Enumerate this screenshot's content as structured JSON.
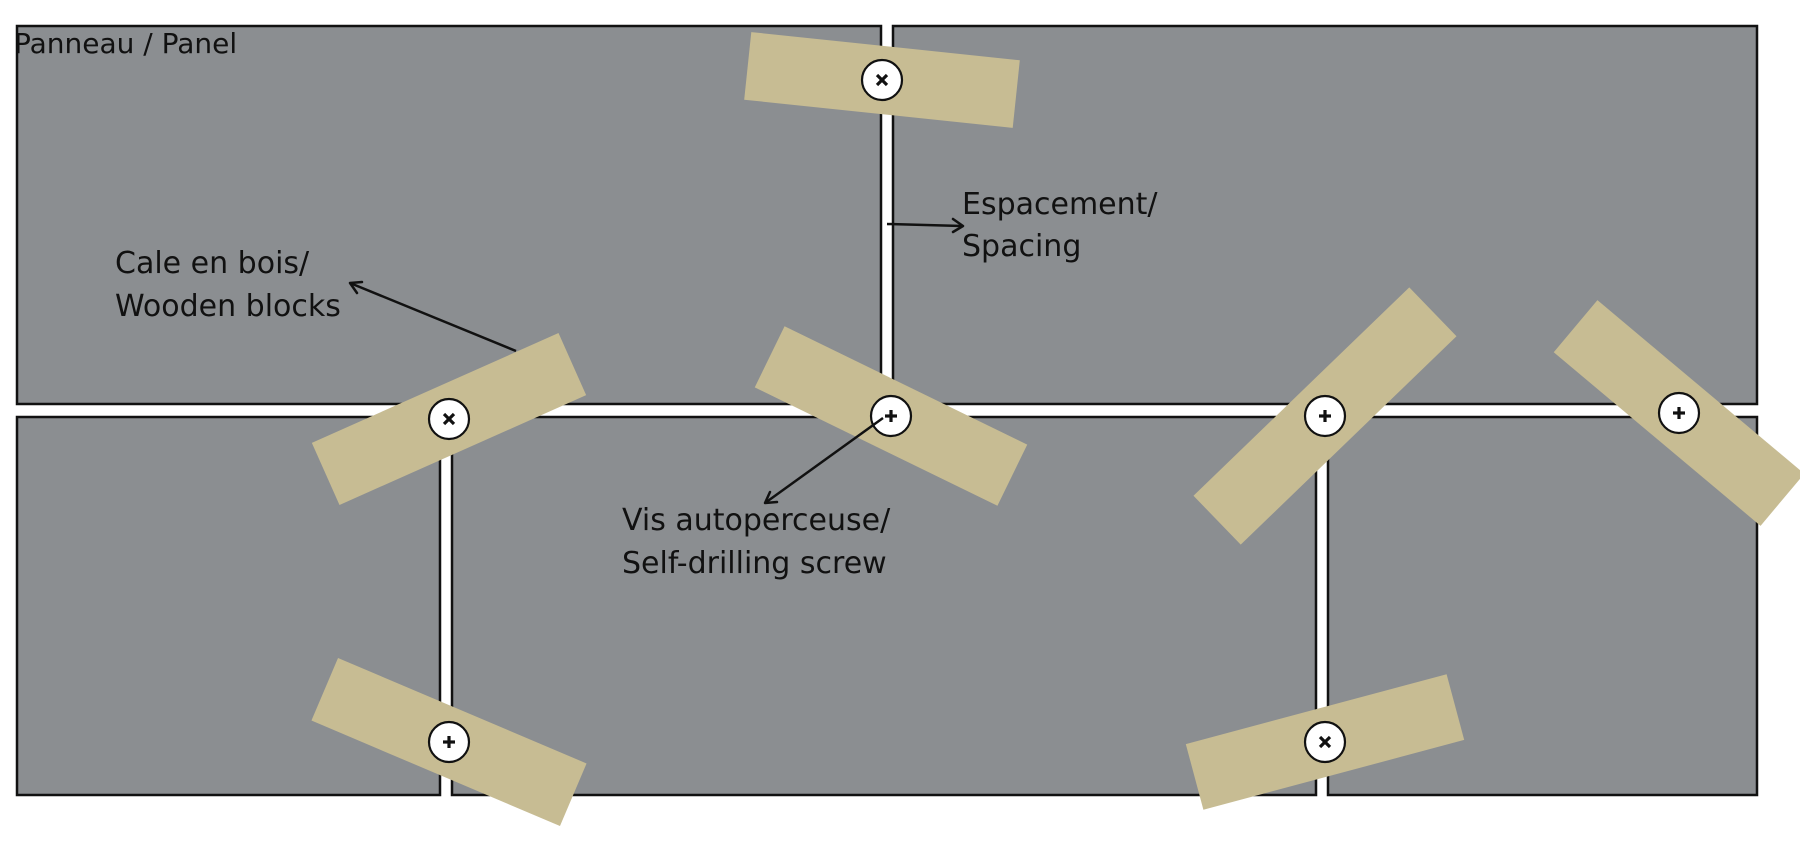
{
  "colors": {
    "panel_fill": "#8b8e91",
    "block_fill": "#c7bc93",
    "outline": "#111111",
    "background": "#ffffff"
  },
  "labels": {
    "panel": "Panneau / Panel",
    "spacing_line1": "Espacement/",
    "spacing_line2": "Spacing",
    "blocks_line1": "Cale en bois/",
    "blocks_line2": "Wooden blocks",
    "screw_line1": "Vis autoperceuse/",
    "screw_line2": "Self-drilling screw"
  },
  "counts": {
    "panels": 5,
    "wooden_blocks": 7,
    "screws": 7
  }
}
